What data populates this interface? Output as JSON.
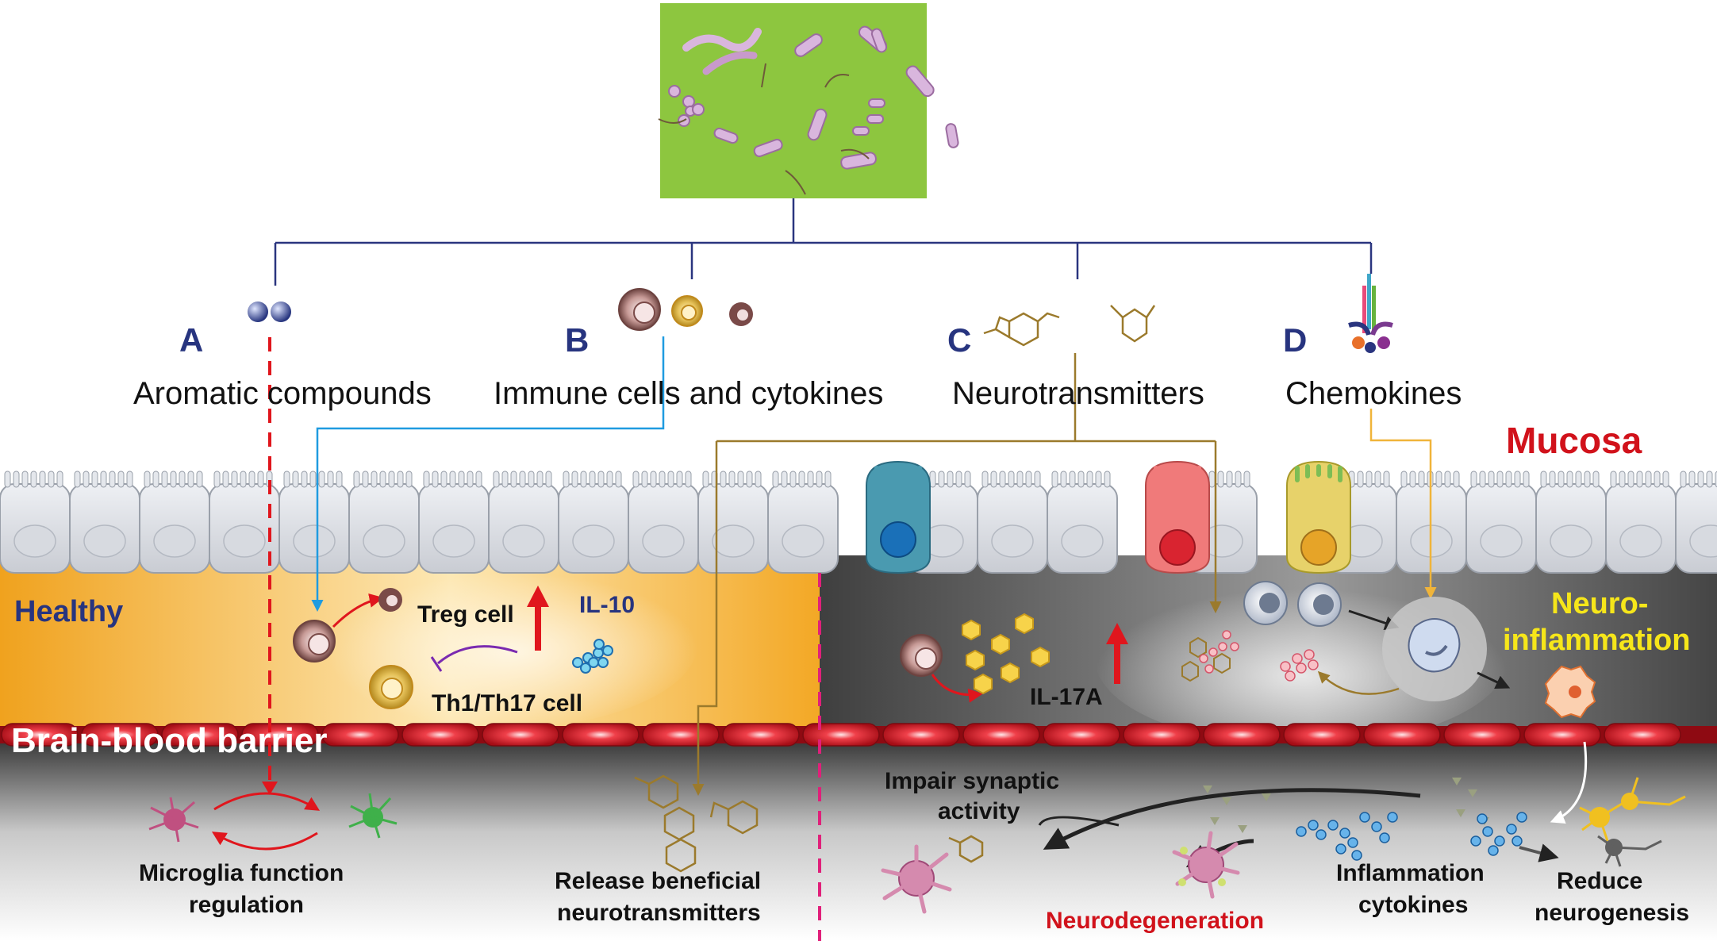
{
  "figure": {
    "branches": [
      {
        "letter": "A",
        "label": "Aromatic compounds"
      },
      {
        "letter": "B",
        "label": "Immune cells and cytokines"
      },
      {
        "letter": "C",
        "label": "Neurotransmitters"
      },
      {
        "letter": "D",
        "label": "Chemokines"
      }
    ],
    "mucosa_label": "Mucosa",
    "healthy_label": "Healthy",
    "bbb_label": "Brain-blood barrier",
    "healthy_panel": {
      "treg": "Treg cell",
      "il10": "IL-10",
      "th": "Th1/Th17 cell"
    },
    "inflamed_panel": {
      "il17a": "IL-17A",
      "neuroinflammation_line1": "Neuro-",
      "neuroinflammation_line2": "inflammation"
    },
    "brain_panel": {
      "microglia_line1": "Microglia function",
      "microglia_line2": "regulation",
      "release_line1": "Release beneficial",
      "release_line2": "neurotransmitters",
      "impair_line1": "Impair synaptic",
      "impair_line2": "activity",
      "neurodegeneration": "Neurodegeneration",
      "cytokines_line1": "Inflammation",
      "cytokines_line2": "cytokines",
      "neurogenesis_line1": "Reduce",
      "neurogenesis_line2": "neurogenesis"
    },
    "colors": {
      "microbiota_box": "#8dc63f",
      "tree_line": "#2a357f",
      "letters": "#27347f",
      "mucosa_label": "#d1121b",
      "healthy_bg": "#f3ad2a",
      "inflamed_bg": "#5a5a5a",
      "neuroinflammation_label": "#f6e61a",
      "neurodegeneration_label": "#d1121b",
      "up_arrow": "#e0161d"
    }
  }
}
